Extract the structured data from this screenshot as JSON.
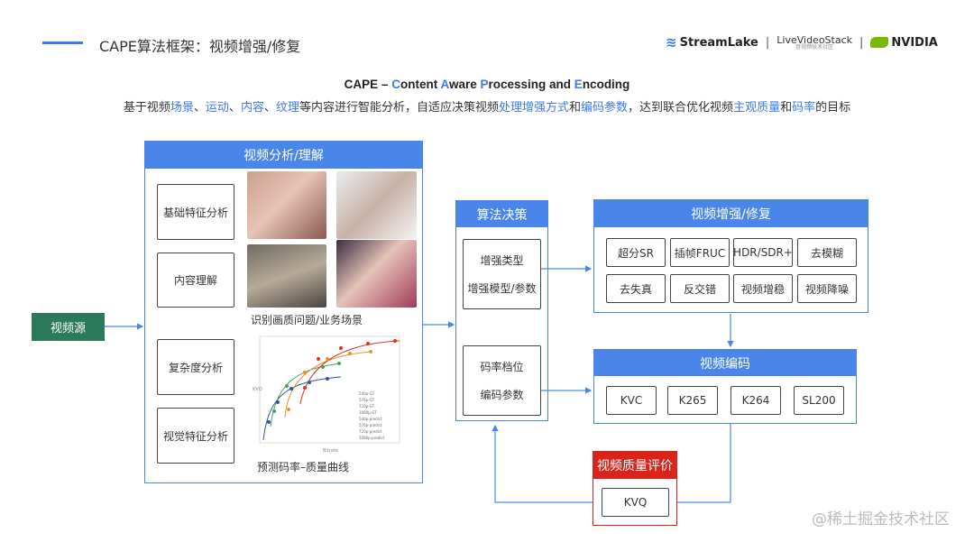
{
  "header": {
    "title": "CAPE算法框架：视频增强/修复",
    "logos": [
      "StreamLake",
      "LiveVideoStack",
      "NVIDIA"
    ],
    "logo_sub": "音视频技术社区"
  },
  "subtitle": {
    "parts": [
      {
        "t": "CAPE – ",
        "hl": false
      },
      {
        "t": "C",
        "hl": true
      },
      {
        "t": "ontent ",
        "hl": false
      },
      {
        "t": "A",
        "hl": true
      },
      {
        "t": "ware ",
        "hl": false
      },
      {
        "t": "P",
        "hl": true
      },
      {
        "t": "rocessing and ",
        "hl": false
      },
      {
        "t": "E",
        "hl": true
      },
      {
        "t": "ncoding",
        "hl": false
      }
    ]
  },
  "description": {
    "parts": [
      {
        "t": "基于视频",
        "hl": false
      },
      {
        "t": "场景",
        "hl": true
      },
      {
        "t": "、",
        "hl": false
      },
      {
        "t": "运动",
        "hl": true
      },
      {
        "t": "、",
        "hl": false
      },
      {
        "t": "内容",
        "hl": true
      },
      {
        "t": "、",
        "hl": false
      },
      {
        "t": "纹理",
        "hl": true
      },
      {
        "t": "等内容进行智能分析，自适应决策视频",
        "hl": false
      },
      {
        "t": "处理增强方式",
        "hl": true
      },
      {
        "t": "和",
        "hl": false
      },
      {
        "t": "编码参数",
        "hl": true
      },
      {
        "t": "，达到联合优化视频",
        "hl": false
      },
      {
        "t": "主观质量",
        "hl": true
      },
      {
        "t": "和",
        "hl": false
      },
      {
        "t": "码率",
        "hl": true
      },
      {
        "t": "的目标",
        "hl": false
      }
    ]
  },
  "source": "视频源",
  "analysis": {
    "title": "视频分析/理解",
    "items": [
      "基础特征分析",
      "内容理解",
      "复杂度分析",
      "视觉特征分析"
    ],
    "image_caption": "识别画质问题/业务场景",
    "chart_caption": "预测码率–质量曲线",
    "chart_legend": [
      "540p-GT",
      "576p-GT",
      "720p-GT",
      "1080p-GT",
      "540p-predict",
      "576p-predict",
      "720p-predict",
      "1080p-predict"
    ],
    "chart_xlabel": "Bitrate",
    "chart_ylabel": "KVQ"
  },
  "decision": {
    "title": "算法决策",
    "box1": [
      "增强类型",
      "增强模型/参数"
    ],
    "box2": [
      "码率档位",
      "编码参数"
    ]
  },
  "enhance": {
    "title": "视频增强/修复",
    "items": [
      "超分SR",
      "插帧FRUC",
      "HDR/SDR+",
      "去模糊",
      "去失真",
      "反交错",
      "视频增稳",
      "视频降噪"
    ]
  },
  "encode": {
    "title": "视频编码",
    "items": [
      "KVC",
      "K265",
      "K264",
      "SL200"
    ]
  },
  "quality": {
    "title": "视频质量评价",
    "item": "KVQ"
  },
  "watermark": "@稀土掘金技术社区",
  "colors": {
    "accent": "#4a86ea",
    "source": "#2c7a5c",
    "quality": "#d9241c"
  }
}
